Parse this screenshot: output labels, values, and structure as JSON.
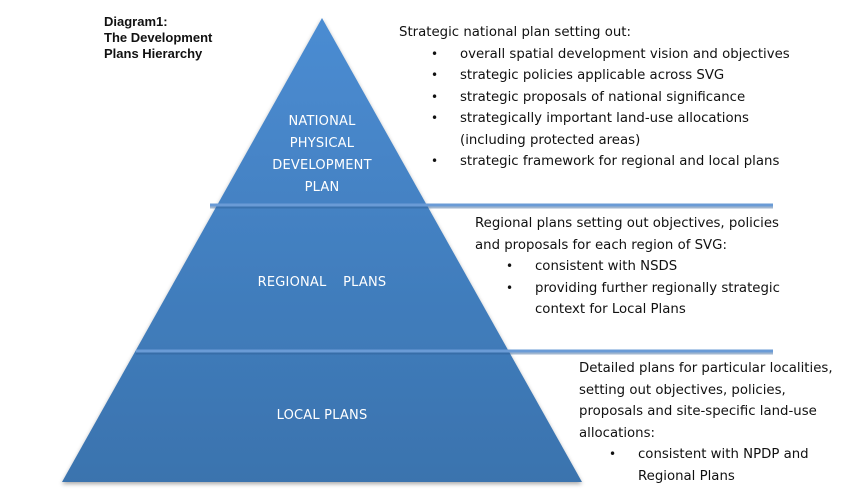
{
  "diagram": {
    "title_lines": [
      "Diagram1:",
      "The Development",
      "Plans Hierarchy"
    ],
    "colors": {
      "pyramid_fill_top": "#4a8ad0",
      "pyramid_fill_bottom": "#3a74b0",
      "divider_line": "#6a9bd6",
      "label_text": "#ffffff",
      "body_text": "#111111"
    },
    "tiers": [
      {
        "id": "national",
        "label_lines": [
          "NATIONAL",
          "PHYSICAL",
          "DEVELOPMENT",
          "PLAN"
        ],
        "description": {
          "intro_lines": [
            "Strategic national plan setting out:"
          ],
          "bullets": [
            [
              "overall spatial development vision and objectives"
            ],
            [
              "strategic policies applicable across SVG"
            ],
            [
              "strategic proposals of national significance"
            ],
            [
              "strategically important land-use allocations",
              "(including protected areas)"
            ],
            [
              "strategic framework for regional and local plans"
            ]
          ]
        }
      },
      {
        "id": "regional",
        "label_lines": [
          "REGIONAL  PLANS"
        ],
        "description": {
          "intro_lines": [
            "Regional plans setting out objectives, policies",
            "and proposals for each region of SVG:"
          ],
          "bullets": [
            [
              "consistent with NSDS"
            ],
            [
              "providing further regionally strategic",
              "context for Local Plans"
            ]
          ]
        }
      },
      {
        "id": "local",
        "label_lines": [
          "LOCAL PLANS"
        ],
        "description": {
          "intro_lines": [
            "Detailed plans for particular localities,",
            "setting out objectives, policies,",
            "proposals and site-specific land-use",
            "allocations:"
          ],
          "bullets": [
            [
              "consistent with NPDP and",
              "Regional Plans"
            ]
          ]
        }
      }
    ],
    "bullet_glyph": "•"
  }
}
